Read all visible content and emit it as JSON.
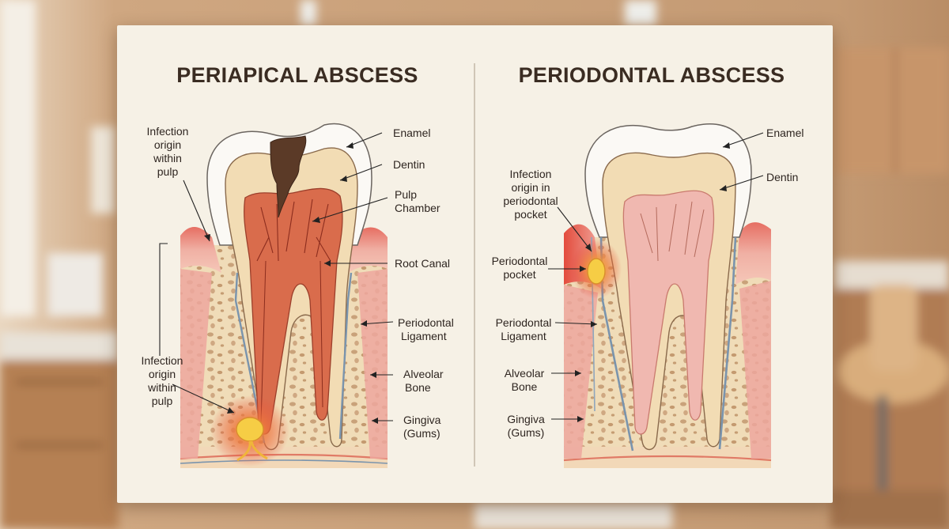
{
  "left_panel": {
    "title": "PERIAPICAL ABSCESS",
    "labels": {
      "enamel": "Enamel",
      "dentin": "Dentin",
      "pulp_chamber_1": "Pulp",
      "pulp_chamber_2": "Chamber",
      "root_canal": "Root Canal",
      "periodontal_ligament_1": "Periodontal",
      "periodontal_ligament_2": "Ligament",
      "alveolar_bone_1": "Alveolar",
      "alveolar_bone_2": "Bone",
      "gingiva_1": "Gingiva",
      "gingiva_2": "(Gums)",
      "infection_top_1": "Infection",
      "infection_top_2": "origin",
      "infection_top_3": "within",
      "infection_top_4": "pulp",
      "infection_bottom_1": "Infection",
      "infection_bottom_2": "origin",
      "infection_bottom_3": "within",
      "infection_bottom_4": "pulp"
    }
  },
  "right_panel": {
    "title": "PERIODONTAL ABSCESS",
    "labels": {
      "enamel": "Enamel",
      "dentin": "Dentin",
      "infection_1": "Infection",
      "infection_2": "origin in",
      "infection_3": "periodontal",
      "infection_4": "pocket",
      "pocket_1": "Periodontal",
      "pocket_2": "pocket",
      "ligament_1": "Periodontal",
      "ligament_2": "Ligament",
      "alveolar_1": "Alveolar",
      "alveolar_2": "Bone",
      "gingiva_1": "Gingiva",
      "gingiva_2": "(Gums)"
    }
  },
  "colors": {
    "background_wall": "#c9a07a",
    "poster": "#f6f1e6",
    "enamel": "#fbf9f5",
    "dentin": "#f2dcb4",
    "pulp": "#d96c4c",
    "gum": "#eba39a",
    "bone": "#f0dcb8",
    "ligament": "#7a94ad",
    "infection": "#f3c23a"
  }
}
